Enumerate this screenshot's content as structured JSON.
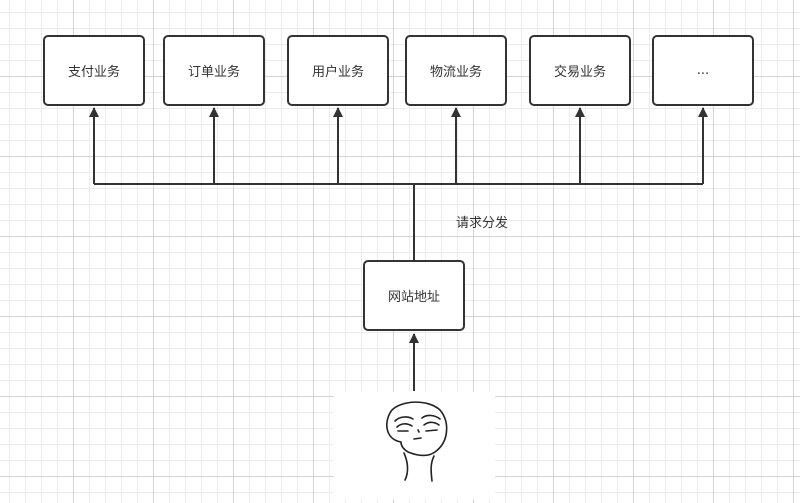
{
  "services": [
    {
      "label": "支付业务"
    },
    {
      "label": "订单业务"
    },
    {
      "label": "用户业务"
    },
    {
      "label": "物流业务"
    },
    {
      "label": "交易业务"
    },
    {
      "label": "..."
    }
  ],
  "gateway": {
    "label": "网站地址"
  },
  "edge": {
    "label": "请求分发"
  },
  "colors": {
    "stroke": "#333333",
    "grid_major": "#d4d4d4",
    "grid_minor": "#ececec"
  },
  "user_icon": "meme-face-icon"
}
